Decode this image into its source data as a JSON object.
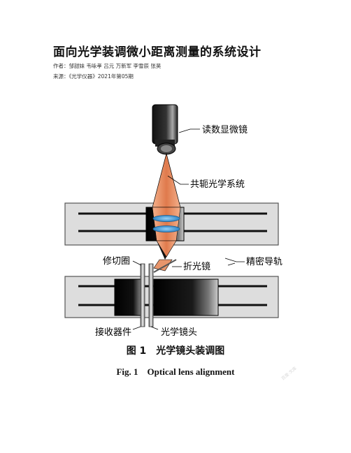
{
  "paper": {
    "title": "面向光学装调微小距离测量的系统设计",
    "authors": "作者：邹甜妹 韦咏孝 吕元 万新军 李雪辰 张昊",
    "source": "来源：《光学仪器》2021年第05期"
  },
  "figure": {
    "labels": {
      "microscope": "读数显微镜",
      "conjugate": "共轭光学系统",
      "rail": "精密导轨",
      "trim_ring": "修切圈",
      "fold_mirror": "折光镜",
      "receiver": "接收器件",
      "lens": "光学镜头"
    },
    "caption_cn": "图 1　光学镜头装调图",
    "caption_en": "Fig. 1　Optical lens alignment",
    "watermark": "百度·文库"
  },
  "colors": {
    "beam": "#e8956b",
    "rail_bg": "#dcdcdc",
    "lens_blue": "#4aa0dc"
  }
}
